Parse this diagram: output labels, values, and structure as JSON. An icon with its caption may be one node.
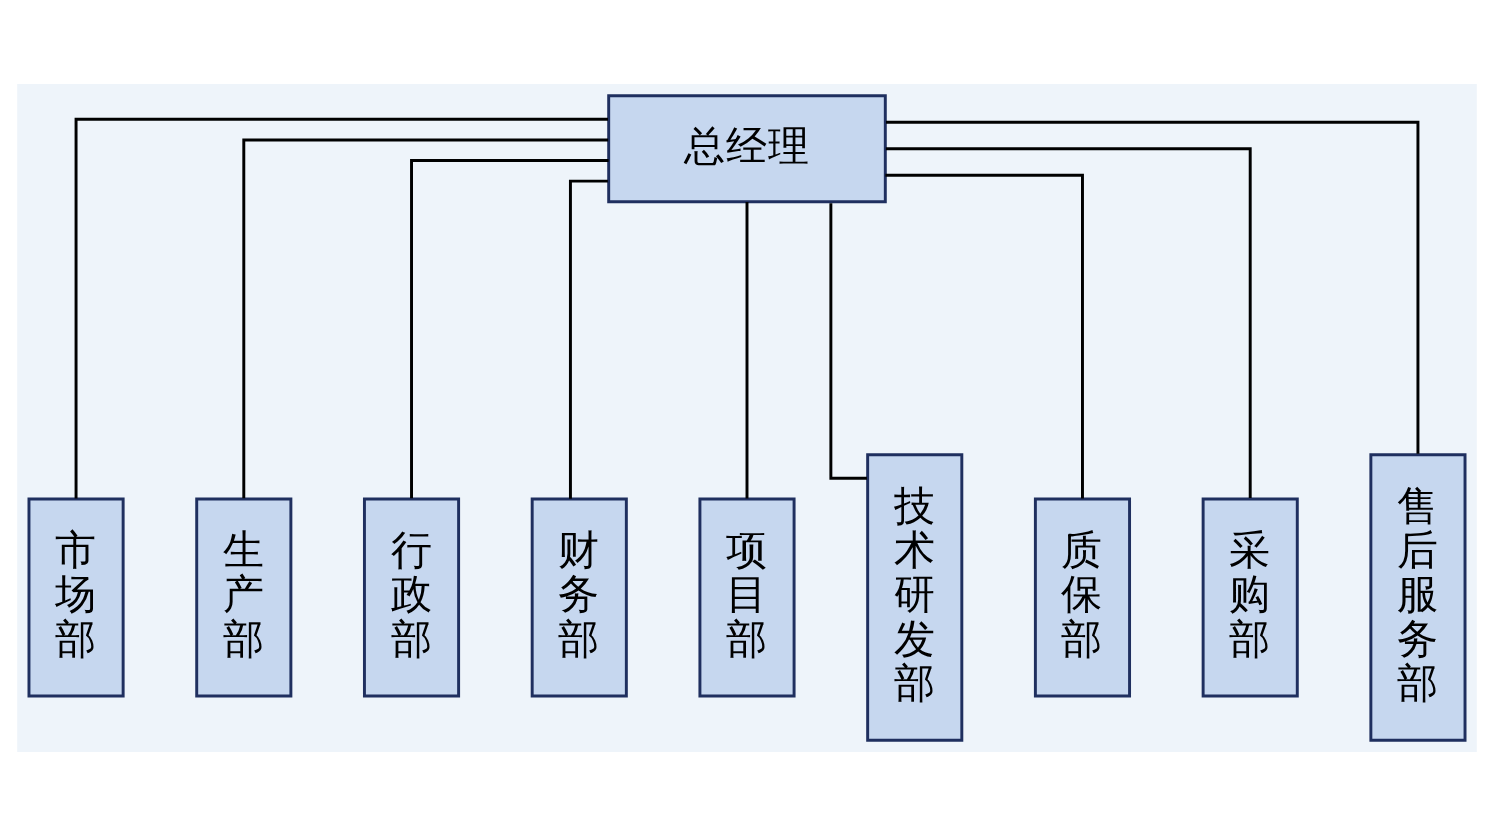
{
  "diagram": {
    "nodes": [
      {
        "text": [
          "总经理"
        ]
      },
      {
        "text": [
          "市场部"
        ]
      },
      {
        "text": [
          "生产部"
        ]
      },
      {
        "text": [
          "行政部"
        ]
      },
      {
        "text": [
          "财务部"
        ]
      },
      {
        "text": [
          "项目部"
        ]
      },
      {
        "text": [
          "技术研发部"
        ]
      },
      {
        "text": [
          "质保部"
        ]
      },
      {
        "text": [
          "采购部"
        ]
      },
      {
        "text": [
          "售后服务部"
        ]
      }
    ],
    "edges": [
      {
        "from": 0,
        "to": 1,
        "arrow": "none"
      },
      {
        "from": 0,
        "to": 2,
        "arrow": "none"
      },
      {
        "from": 0,
        "to": 3,
        "arrow": "none"
      },
      {
        "from": 0,
        "to": 4,
        "arrow": "none"
      },
      {
        "from": 0,
        "to": 5,
        "arrow": "none"
      },
      {
        "from": 0,
        "to": 6,
        "arrow": "none"
      },
      {
        "from": 0,
        "to": 7,
        "arrow": "none"
      },
      {
        "from": 0,
        "to": 8,
        "arrow": "none"
      },
      {
        "from": 0,
        "to": 9,
        "arrow": "none"
      }
    ]
  }
}
